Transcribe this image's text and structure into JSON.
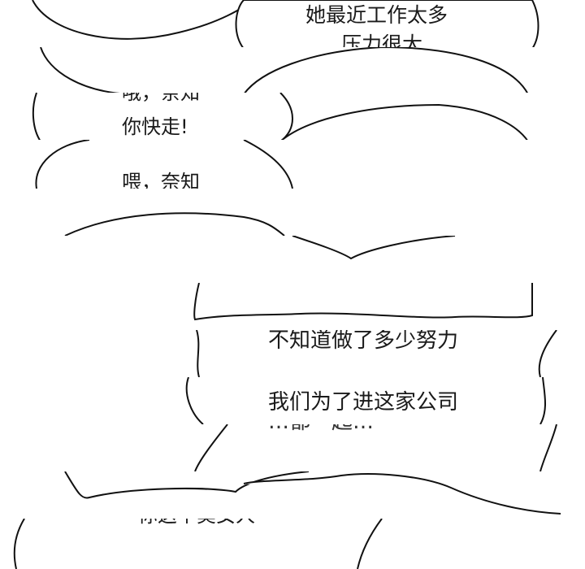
{
  "panels": [
    {
      "lines": [
        "她最近工作太多",
        "压力很大"
      ]
    },
    {
      "lines": [
        "哦，奈知",
        "你快走!"
      ]
    },
    {
      "lines": [
        "喂，奈知"
      ]
    },
    {
      "lines": [
        "不知道做了多少努力",
        "我们为了进这家公司",
        "…都一起…"
      ]
    },
    {
      "lines": [
        "你这个臭女人"
      ]
    }
  ]
}
